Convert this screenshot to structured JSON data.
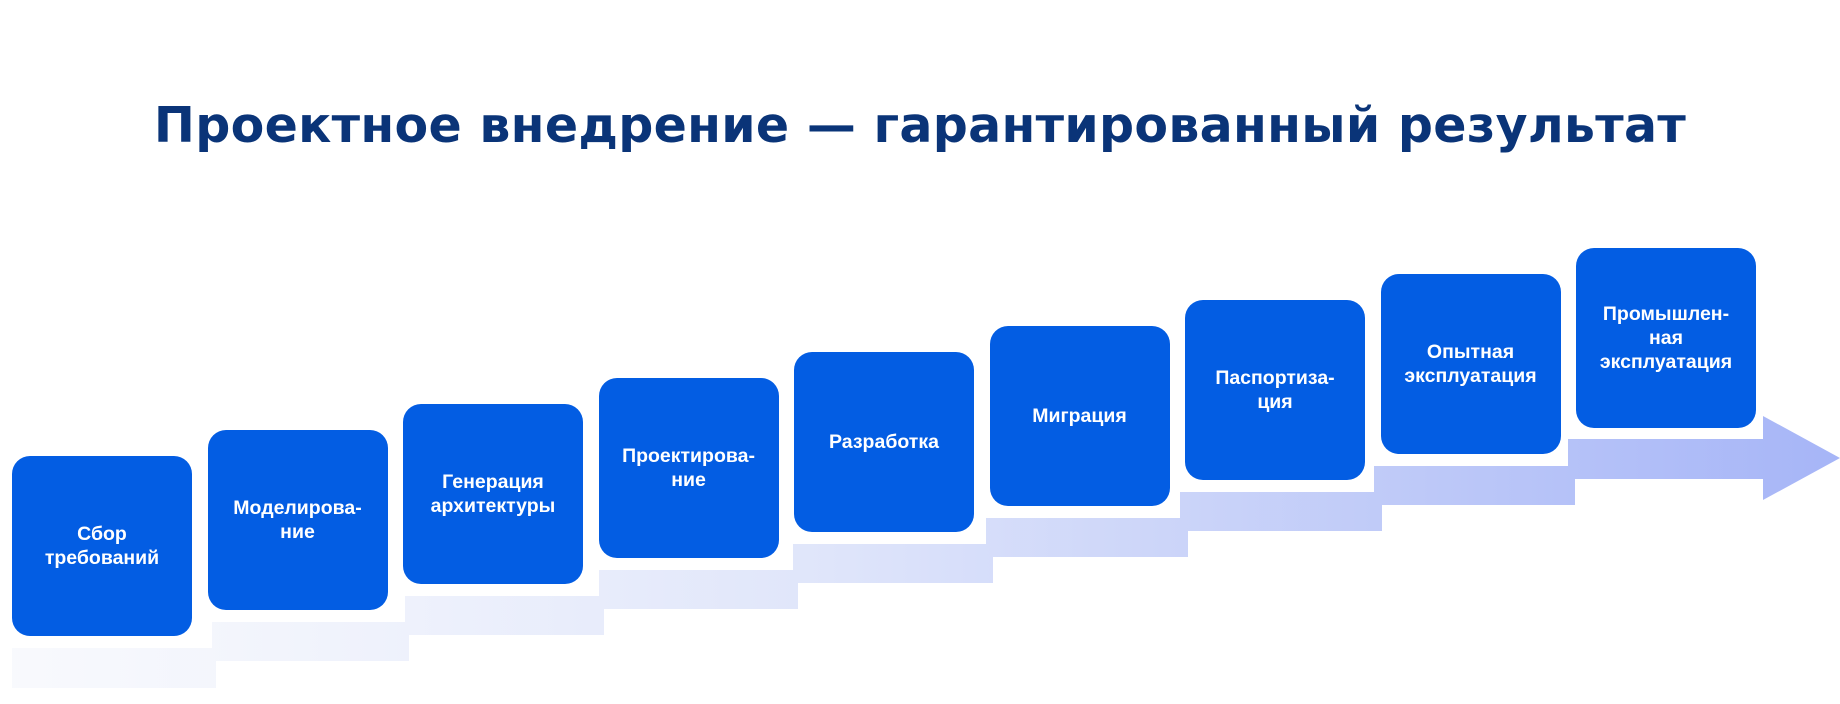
{
  "title": "Проектное внедрение — гарантированный результат",
  "colors": {
    "title": "#0a3478",
    "step_fill": "#035de3",
    "step_text": "#ffffff",
    "arrow_start": "#eef2fb",
    "arrow_end": "#a9b8f7"
  },
  "steps": [
    {
      "label": "Сбор\nтребований"
    },
    {
      "label": "Моделирова-\nние"
    },
    {
      "label": "Генерация\nархитектуры"
    },
    {
      "label": "Проектирова-\nние"
    },
    {
      "label": "Разработка"
    },
    {
      "label": "Миграция"
    },
    {
      "label": "Паспортиза-\nция"
    },
    {
      "label": "Опытная\nэксплуатация"
    },
    {
      "label": "Промышлен-\nная\nэксплуатация"
    }
  ]
}
